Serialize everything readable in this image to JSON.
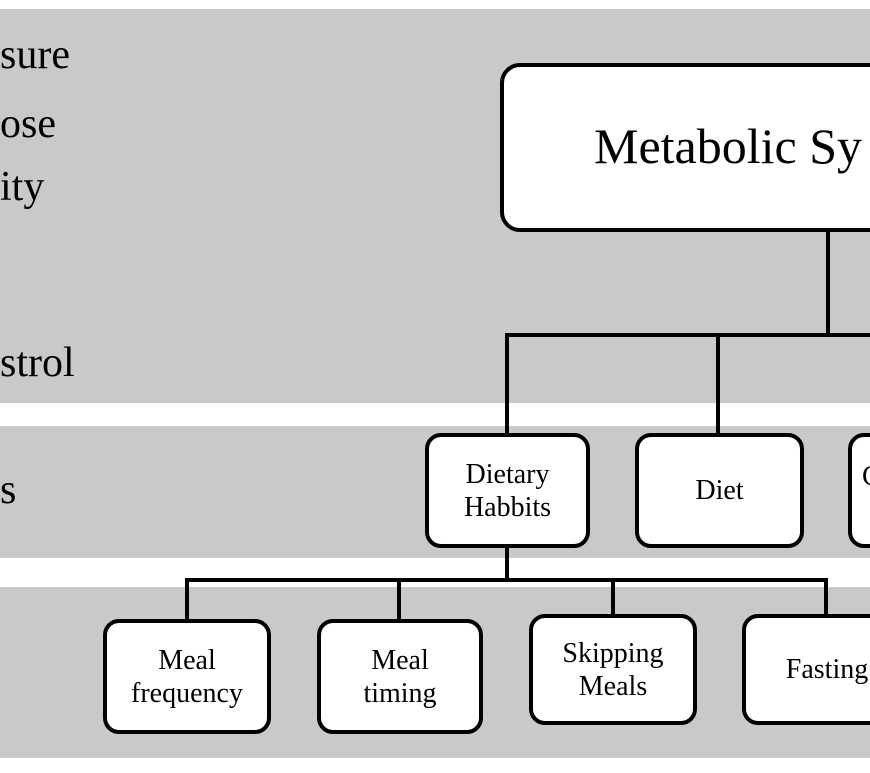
{
  "colors": {
    "band_gray": "#c9c9c9",
    "background_white": "#ffffff",
    "box_fill": "#ffffff",
    "box_border": "#000000",
    "connector": "#000000",
    "text": "#000000"
  },
  "left_fragments": [
    {
      "text": "sure"
    },
    {
      "text": "ose"
    },
    {
      "text": "ity"
    },
    {
      "text": "strol"
    },
    {
      "text": "s"
    }
  ],
  "nodes": {
    "root": {
      "label": "Metabolic Sy"
    },
    "dietary_habbits": {
      "line1": "Dietary",
      "line2": "Habbits"
    },
    "diet": {
      "label": "Diet"
    },
    "cutoff_right": {
      "fragment": "C"
    },
    "meal_frequency": {
      "line1": "Meal",
      "line2": "frequency"
    },
    "meal_timing": {
      "line1": "Meal",
      "line2": "timing"
    },
    "skipping_meals": {
      "line1": "Skipping",
      "line2": "Meals"
    },
    "fasting": {
      "label": "Fasting"
    }
  }
}
